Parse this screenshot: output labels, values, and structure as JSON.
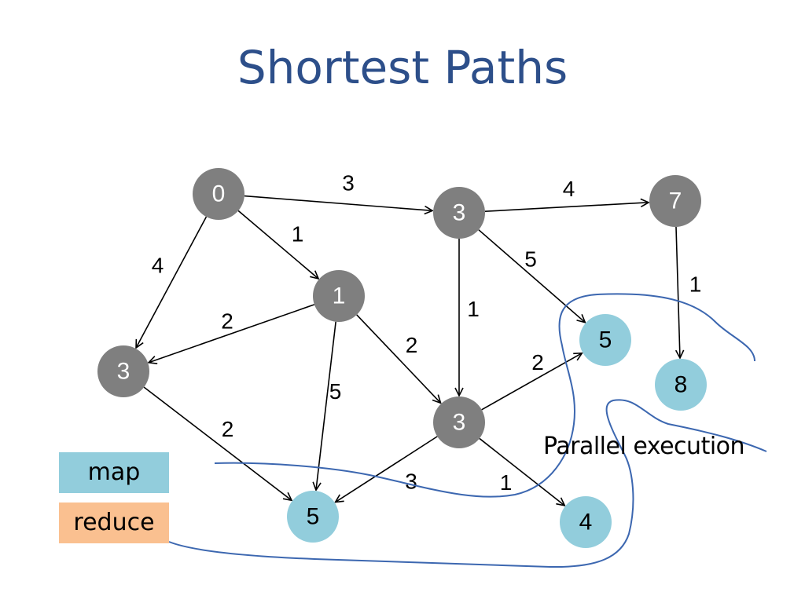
{
  "title": "Shortest Paths",
  "legend": {
    "map_label": "map",
    "reduce_label": "reduce"
  },
  "note": "Parallel execution",
  "colors": {
    "visited": "#7f7f7f",
    "frontier": "#92cddc",
    "reduce": "#fac090",
    "title": "#2d4f8a",
    "outline": "#3c67b0"
  },
  "nodes": [
    {
      "id": "a",
      "label": "0",
      "state": "visited"
    },
    {
      "id": "b",
      "label": "3",
      "state": "visited"
    },
    {
      "id": "c",
      "label": "7",
      "state": "visited"
    },
    {
      "id": "d",
      "label": "1",
      "state": "visited"
    },
    {
      "id": "e",
      "label": "3",
      "state": "visited"
    },
    {
      "id": "f",
      "label": "3",
      "state": "visited"
    },
    {
      "id": "g",
      "label": "5",
      "state": "frontier"
    },
    {
      "id": "h",
      "label": "8",
      "state": "frontier"
    },
    {
      "id": "i",
      "label": "5",
      "state": "frontier"
    },
    {
      "id": "j",
      "label": "4",
      "state": "frontier"
    }
  ],
  "edges": [
    {
      "from": "a",
      "to": "b",
      "weight": "3"
    },
    {
      "from": "a",
      "to": "d",
      "weight": "1"
    },
    {
      "from": "a",
      "to": "e",
      "weight": "4"
    },
    {
      "from": "b",
      "to": "c",
      "weight": "4"
    },
    {
      "from": "b",
      "to": "g",
      "weight": "5"
    },
    {
      "from": "b",
      "to": "f",
      "weight": "1"
    },
    {
      "from": "c",
      "to": "h",
      "weight": "1"
    },
    {
      "from": "d",
      "to": "e",
      "weight": "2"
    },
    {
      "from": "d",
      "to": "f",
      "weight": "2"
    },
    {
      "from": "d",
      "to": "i",
      "weight": "5"
    },
    {
      "from": "e",
      "to": "i",
      "weight": "2"
    },
    {
      "from": "f",
      "to": "g",
      "weight": "2"
    },
    {
      "from": "f",
      "to": "i",
      "weight": "3"
    },
    {
      "from": "f",
      "to": "j",
      "weight": "1"
    }
  ]
}
